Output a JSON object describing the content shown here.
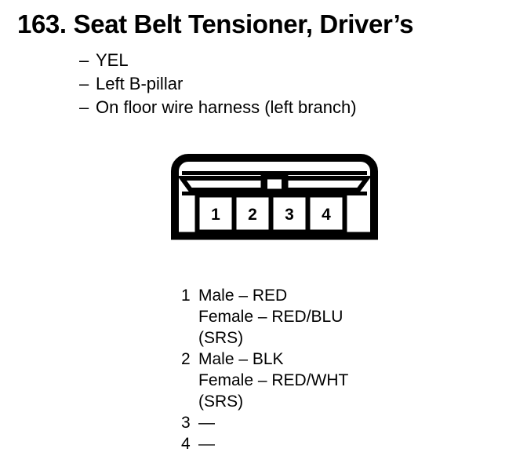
{
  "title": {
    "number": "163.",
    "name": "Seat Belt Tensioner, Driver’s"
  },
  "attributes": {
    "dash": "–",
    "items": [
      "YEL",
      "Left B-pillar",
      "On floor wire harness (left branch)"
    ]
  },
  "connector": {
    "pin_labels": [
      "1",
      "2",
      "3",
      "4"
    ]
  },
  "legend": {
    "rows": [
      {
        "pin": "1",
        "lines": [
          "Male – RED",
          "Female – RED/BLU",
          "(SRS)"
        ]
      },
      {
        "pin": "2",
        "lines": [
          "Male – BLK",
          "Female – RED/WHT",
          "(SRS)"
        ]
      },
      {
        "pin": "3",
        "lines": [
          "—"
        ]
      },
      {
        "pin": "4",
        "lines": [
          "—"
        ]
      }
    ]
  },
  "colors": {
    "ink": "#000000",
    "paper": "#ffffff"
  }
}
